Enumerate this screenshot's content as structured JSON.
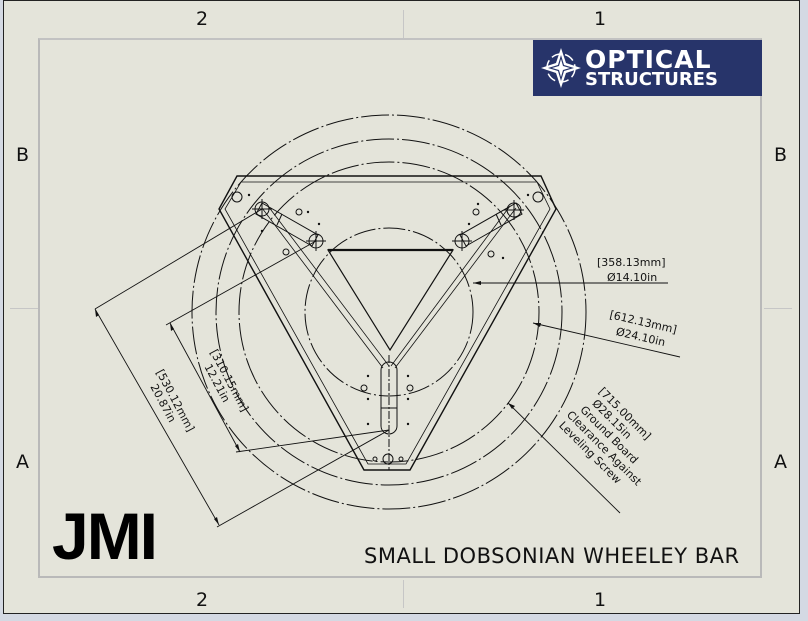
{
  "sheet": {
    "zones_columns": [
      "2",
      "1"
    ],
    "zones_rows": [
      "B",
      "A"
    ],
    "background_color": "#e4e4da"
  },
  "logo": {
    "line1": "OPTICAL",
    "line2": "STRUCTURES",
    "background_color": "#27346a",
    "icon": "compass-star-icon"
  },
  "company_mark": "JMI",
  "drawing_title": "SMALL DOBSONIAN WHEELEY BAR",
  "dimensions": {
    "inner_circle": {
      "mm": "[358.13mm]",
      "in": "Ø14.10in"
    },
    "middle_circle": {
      "mm": "[612.13mm]",
      "in": "Ø24.10in"
    },
    "outer_circle": {
      "mm": "[715.00mm]",
      "in": "Ø28.15in",
      "note_line1": "Ground Board",
      "note_line2": "Clearance Against",
      "note_line3": "Leveling Screw"
    },
    "short_span": {
      "mm": "[310.15mm]",
      "in": "12.21in"
    },
    "long_span": {
      "mm": "[530.12mm]",
      "in": "20.87in"
    }
  }
}
